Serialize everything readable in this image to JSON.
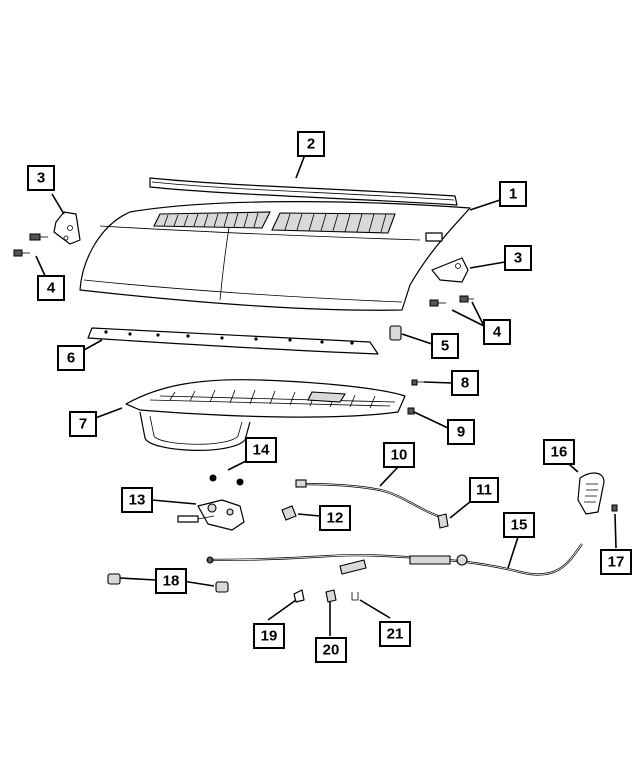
{
  "diagram": {
    "callouts": [
      {
        "id": "c1",
        "label": "1"
      },
      {
        "id": "c2",
        "label": "2"
      },
      {
        "id": "c3a",
        "label": "3"
      },
      {
        "id": "c3b",
        "label": "3"
      },
      {
        "id": "c4a",
        "label": "4"
      },
      {
        "id": "c4b",
        "label": "4"
      },
      {
        "id": "c5",
        "label": "5"
      },
      {
        "id": "c6",
        "label": "6"
      },
      {
        "id": "c7",
        "label": "7"
      },
      {
        "id": "c8",
        "label": "8"
      },
      {
        "id": "c9",
        "label": "9"
      },
      {
        "id": "c10",
        "label": "10"
      },
      {
        "id": "c11",
        "label": "11"
      },
      {
        "id": "c12",
        "label": "12"
      },
      {
        "id": "c13",
        "label": "13"
      },
      {
        "id": "c14",
        "label": "14"
      },
      {
        "id": "c15",
        "label": "15"
      },
      {
        "id": "c16",
        "label": "16"
      },
      {
        "id": "c17",
        "label": "17"
      },
      {
        "id": "c18",
        "label": "18"
      },
      {
        "id": "c19",
        "label": "19"
      },
      {
        "id": "c20",
        "label": "20"
      },
      {
        "id": "c21",
        "label": "21"
      }
    ]
  }
}
